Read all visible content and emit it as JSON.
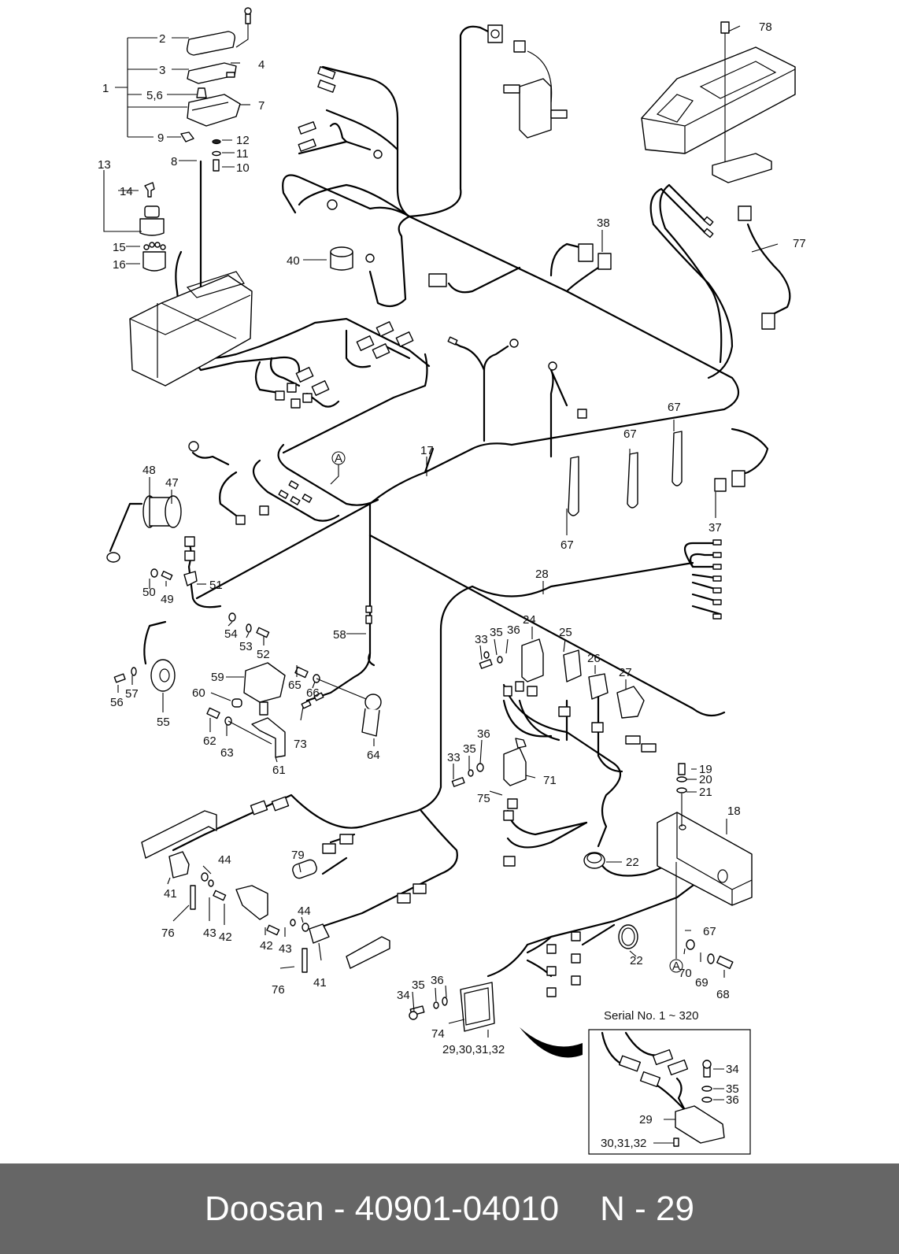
{
  "footer": {
    "brand": "Doosan",
    "separator": "-",
    "part_number": "40901-04010",
    "page_separator": "-",
    "page_prefix": "N",
    "page_number": "29"
  },
  "diagram": {
    "title": "Electrical wiring harness exploded parts diagram",
    "inset_caption": "Serial No. 1 ~ 320",
    "reference_marker": "A",
    "callouts": [
      {
        "id": "c1",
        "text": "1"
      },
      {
        "id": "c2",
        "text": "2"
      },
      {
        "id": "c3",
        "text": "3"
      },
      {
        "id": "c4",
        "text": "4"
      },
      {
        "id": "c5",
        "text": "5,6"
      },
      {
        "id": "c7",
        "text": "7"
      },
      {
        "id": "c8",
        "text": "8"
      },
      {
        "id": "c9",
        "text": "9"
      },
      {
        "id": "c10",
        "text": "10"
      },
      {
        "id": "c11",
        "text": "11"
      },
      {
        "id": "c12",
        "text": "12"
      },
      {
        "id": "c13",
        "text": "13"
      },
      {
        "id": "c14",
        "text": "14"
      },
      {
        "id": "c15",
        "text": "15"
      },
      {
        "id": "c16",
        "text": "16"
      },
      {
        "id": "c17",
        "text": "17"
      },
      {
        "id": "c18",
        "text": "18"
      },
      {
        "id": "c19",
        "text": "19"
      },
      {
        "id": "c20",
        "text": "20"
      },
      {
        "id": "c21",
        "text": "21"
      },
      {
        "id": "c22a",
        "text": "22"
      },
      {
        "id": "c22b",
        "text": "22"
      },
      {
        "id": "c24",
        "text": "24"
      },
      {
        "id": "c25",
        "text": "25"
      },
      {
        "id": "c26",
        "text": "26"
      },
      {
        "id": "c27",
        "text": "27"
      },
      {
        "id": "c28",
        "text": "28"
      },
      {
        "id": "c29",
        "text": "29,30,31,32"
      },
      {
        "id": "c33a",
        "text": "33"
      },
      {
        "id": "c35a",
        "text": "35"
      },
      {
        "id": "c36a",
        "text": "36"
      },
      {
        "id": "c33b",
        "text": "33"
      },
      {
        "id": "c35b",
        "text": "35"
      },
      {
        "id": "c36b",
        "text": "36"
      },
      {
        "id": "c34",
        "text": "34"
      },
      {
        "id": "c35c",
        "text": "35"
      },
      {
        "id": "c36c",
        "text": "36"
      },
      {
        "id": "c37",
        "text": "37"
      },
      {
        "id": "c38",
        "text": "38"
      },
      {
        "id": "c40",
        "text": "40"
      },
      {
        "id": "c41a",
        "text": "41"
      },
      {
        "id": "c41b",
        "text": "41"
      },
      {
        "id": "c42a",
        "text": "42"
      },
      {
        "id": "c42b",
        "text": "42"
      },
      {
        "id": "c43a",
        "text": "43"
      },
      {
        "id": "c43b",
        "text": "43"
      },
      {
        "id": "c44a",
        "text": "44"
      },
      {
        "id": "c44b",
        "text": "44"
      },
      {
        "id": "c47",
        "text": "47"
      },
      {
        "id": "c48",
        "text": "48"
      },
      {
        "id": "c49",
        "text": "49"
      },
      {
        "id": "c50",
        "text": "50"
      },
      {
        "id": "c51",
        "text": "51"
      },
      {
        "id": "c52",
        "text": "52"
      },
      {
        "id": "c53",
        "text": "53"
      },
      {
        "id": "c54",
        "text": "54"
      },
      {
        "id": "c55",
        "text": "55"
      },
      {
        "id": "c56",
        "text": "56"
      },
      {
        "id": "c57",
        "text": "57"
      },
      {
        "id": "c58",
        "text": "58"
      },
      {
        "id": "c59",
        "text": "59"
      },
      {
        "id": "c60",
        "text": "60"
      },
      {
        "id": "c61",
        "text": "61"
      },
      {
        "id": "c62",
        "text": "62"
      },
      {
        "id": "c63",
        "text": "63"
      },
      {
        "id": "c64",
        "text": "64"
      },
      {
        "id": "c65",
        "text": "65"
      },
      {
        "id": "c66",
        "text": "66"
      },
      {
        "id": "c67a",
        "text": "67"
      },
      {
        "id": "c67b",
        "text": "67"
      },
      {
        "id": "c67c",
        "text": "67"
      },
      {
        "id": "c67d",
        "text": "67"
      },
      {
        "id": "c67e",
        "text": "67"
      },
      {
        "id": "c68",
        "text": "68"
      },
      {
        "id": "c69",
        "text": "69"
      },
      {
        "id": "c70",
        "text": "70"
      },
      {
        "id": "c71",
        "text": "71"
      },
      {
        "id": "c73",
        "text": "73"
      },
      {
        "id": "c74",
        "text": "74"
      },
      {
        "id": "c75",
        "text": "75"
      },
      {
        "id": "c76a",
        "text": "76"
      },
      {
        "id": "c76b",
        "text": "76"
      },
      {
        "id": "c77",
        "text": "77"
      },
      {
        "id": "c78",
        "text": "78"
      },
      {
        "id": "c79",
        "text": "79"
      }
    ],
    "inset_callouts": [
      {
        "id": "i34",
        "text": "34"
      },
      {
        "id": "i35",
        "text": "35"
      },
      {
        "id": "i36",
        "text": "36"
      },
      {
        "id": "i29",
        "text": "29"
      },
      {
        "id": "i30",
        "text": "30,31,32"
      }
    ]
  }
}
